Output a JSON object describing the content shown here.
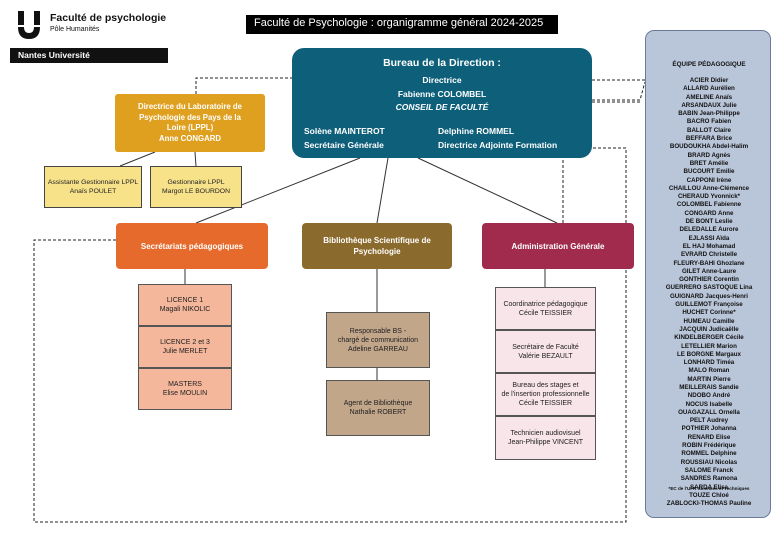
{
  "header": {
    "faculty_name": "Faculté de psychologie",
    "pole": "Pôle Humanités",
    "university": "Nantes Université",
    "title": "Faculté de Psychologie : organigramme général 2024-2025"
  },
  "colors": {
    "bureau": "#0d5f7a",
    "labo": "#dfa020",
    "labo_staff": "#f7e28a",
    "secretariats": "#e66a2c",
    "secretariats_items": "#f5b79b",
    "bibliotheque": "#8b6a2d",
    "bibliotheque_items": "#c2a68a",
    "administration": "#a02b4c",
    "administration_items": "#f8e5ea",
    "equipe": "#b9c5d8"
  },
  "bureau": {
    "title": "Bureau de la Direction :",
    "role": "Directrice",
    "name": "Fabienne COLOMBEL",
    "council": "CONSEIL DE FACULTÉ",
    "sg_name": "Solène MAINTEROT",
    "sg_role": "Secrétaire Générale",
    "da_name": "Delphine ROMMEL",
    "da_role": "Directrice Adjointe Formation"
  },
  "labo": {
    "lines": [
      "Directrice du Laboratoire de",
      "Psychologie des Pays de la",
      "Loire (LPPL)",
      "Anne CONGARD"
    ],
    "assistant": [
      "Assistante Gestionnaire LPPL",
      "Anaïs POULET"
    ],
    "gestionnaire": [
      "Gestionnaire LPPL",
      "Margot LE BOURDON"
    ]
  },
  "secretariats": {
    "title": "Secrétariats pédagogiques",
    "items": [
      {
        "l1": "LICENCE 1",
        "l2": "Magali NIKOLIC"
      },
      {
        "l1": "LICENCE 2 et 3",
        "l2": "Julie MERLET"
      },
      {
        "l1": "MASTERS",
        "l2": "Elise MOULIN"
      }
    ]
  },
  "bibliotheque": {
    "title": [
      "Bibliothèque Scientifique de",
      "Psychologie"
    ],
    "responsable": [
      "Responsable BS -",
      "chargé de communication",
      "Adeline GARREAU"
    ],
    "agent": [
      "Agent de Bibliothèque",
      "Nathalie ROBERT"
    ]
  },
  "administration": {
    "title": "Administration Générale",
    "items": [
      {
        "lines": [
          "Coordinatrice pédagogique",
          "Cécile TEISSIER"
        ]
      },
      {
        "lines": [
          "Secrétaire de Faculté",
          "Valérie BEZAULT"
        ]
      },
      {
        "lines": [
          "Bureau des stages et",
          "de l'insertion professionnelle",
          "Cécile TEISSIER"
        ]
      },
      {
        "lines": [
          "Technicien audiovisuel",
          "Jean-Philippe VINCENT"
        ]
      }
    ]
  },
  "equipe": {
    "title": "ÉQUIPE PÉDAGOGIQUE",
    "names": [
      "ACIER Didier",
      "ALLARD Aurélien",
      "AMELINE Anaïs",
      "ARSANDAUX Julie",
      "BABIN Jean-Philippe",
      "BACRO Fabien",
      "BALLOT Claire",
      "BEFFARA Brice",
      "BOUDOUKHA Abdel-Halim",
      "BRARD Agnès",
      "BRET Amélie",
      "BUCOURT Emilie",
      "CAPPONI Irène",
      "CHAILLOU Anne-Clémence",
      "CHERAUD Yvonnick*",
      "COLOMBEL Fabienne",
      "CONGARD Anne",
      "DE BONT Leslie",
      "DELEDALLE Aurore",
      "EJLASSI Aïda",
      "EL HAJ Mohamad",
      "EVRARD Christelle",
      "FLEURY-BAHI Ghozlane",
      "GILET Anne-Laure",
      "GONTHIER Corentin",
      "GUERRERO SASTOQUE Lina",
      "GUIGNARD Jacques-Henri",
      "GUILLEMOT Françoise",
      "HUCHET Corinne*",
      "HUMEAU Camille",
      "JACQUIN Judicaëlle",
      "KINDELBERGER Cécile",
      "LETELLIER Marion",
      "LE BORGNE Margaux",
      "LONHARD Timéa",
      "MALO Roman",
      "MARTIN Pierre",
      "MEILLERAIS Sandie",
      "NDOBO André",
      "NOCUS Isabelle",
      "OUAGAZALL Ornella",
      "PELT Audrey",
      "POTHIER Johanna",
      "RENARD Elise",
      "ROBIN Frédérique",
      "ROMMEL Delphine",
      "ROUSSIAU Nicolas",
      "SALOME Franck",
      "SANDRES Ramona",
      "SARDA Elisa",
      "TOUZE Chloé",
      "ZABLOCKI-THOMAS Pauline"
    ],
    "note": "*EC de l'UFR Sciences et Techniques"
  }
}
